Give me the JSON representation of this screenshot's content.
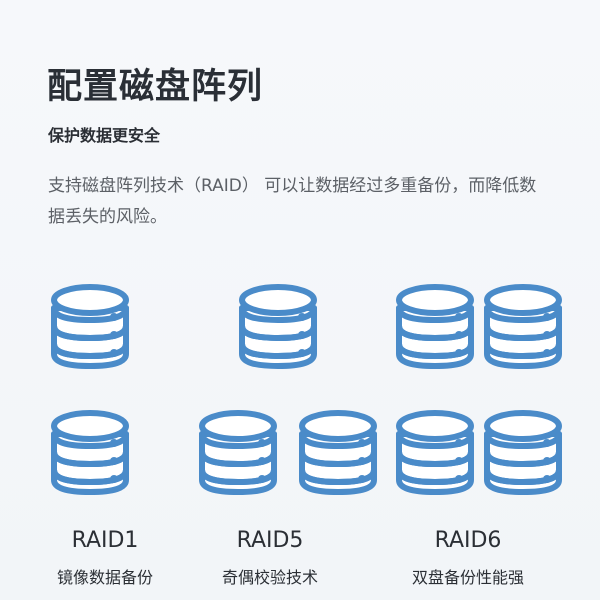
{
  "header": {
    "title": "配置磁盘阵列",
    "subtitle": "保护数据更安全",
    "description": "支持磁盘阵列技术（RAID） 可以让数据经过多重备份，而降低数据丢失的风险。"
  },
  "raid_levels": [
    {
      "label": "RAID1",
      "description": "镜像数据备份",
      "disk_count": 2
    },
    {
      "label": "RAID5",
      "description": "奇偶校验技术",
      "disk_count": 3
    },
    {
      "label": "RAID6",
      "description": "双盘备份性能强",
      "disk_count": 4
    }
  ],
  "icon": "database-disk-icon",
  "colors": {
    "disk_stroke": "#4a8bc9",
    "disk_fill": "#ffffff",
    "title": "#2a2f36",
    "body_text": "#5c6066"
  }
}
